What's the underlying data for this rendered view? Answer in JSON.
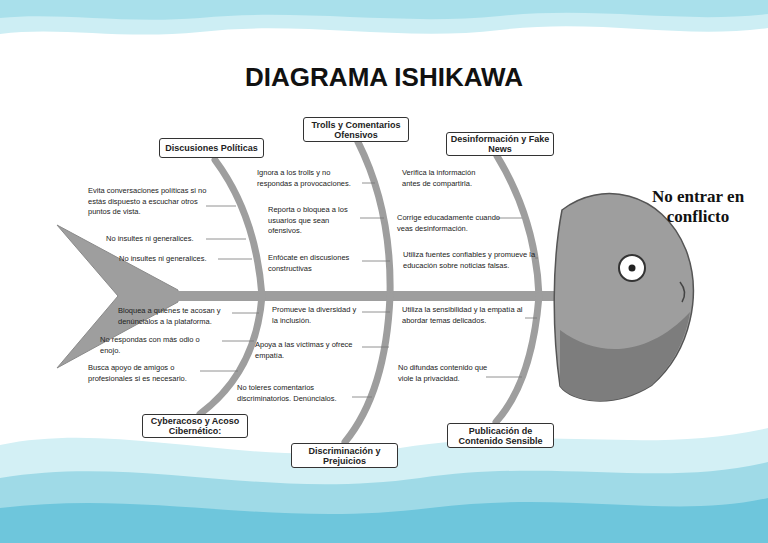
{
  "diagram": {
    "title": "DIAGRAMA ISHIKAWA",
    "nodes": [
      {
        "text": [
          "Discusiones Políticas"
        ]
      },
      {
        "text": [
          "Trolls y Comentarios Ofensivos"
        ]
      },
      {
        "text": [
          "Desinformación y Fake News"
        ]
      },
      {
        "text": [
          "No entrar en conflicto"
        ]
      },
      {
        "text": [
          "Cyberacoso y Acoso Cibernético:"
        ]
      },
      {
        "text": [
          "Discriminación y Prejuicios"
        ]
      },
      {
        "text": [
          "Publicación de Contenido Sensible"
        ]
      }
    ],
    "labels": [
      "Evita conversaciones políticas si no estás dispuesto a escuchar otros puntos de vista.",
      "No insultes ni generalices.",
      "No insultes ni generalices.",
      "Ignora a los trolls y no respondas a provocaciones.",
      "Reporta o bloquea a los usuarios que sean ofensivos.",
      "Enfócate en discusiones constructivas",
      "Verifica la información antes de compartirla.",
      "Corrige educadamente cuando veas desinformación.",
      "Utiliza fuentes confiables y promueve la educación sobre noticias falsas.",
      "Bloquea a quienes te acosan y denúncialos a la plataforma.",
      "No respondas con más odio o enojo.",
      "Busca apoyo de amigos o profesionales si es necesario.",
      "Promueve la diversidad y la inclusión.",
      "Apoya a las víctimas y ofrece empatía.",
      "No toleres comentarios discriminatorios. Denúncialos.",
      "Utiliza la sensibilidad y la empatía al abordar temas delicados.",
      "No difundas contenido que viole la privacidad."
    ]
  }
}
